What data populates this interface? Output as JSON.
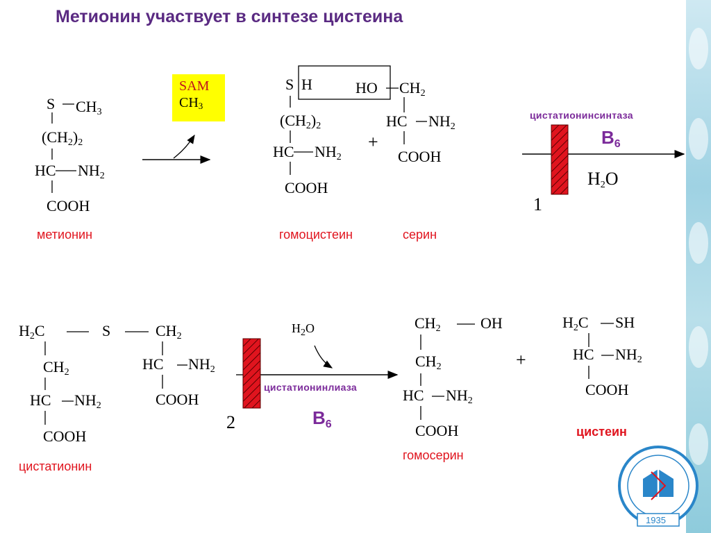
{
  "title": "Метионин участвует в синтезе цистеина",
  "reaction1": {
    "methionine": {
      "s": "S",
      "ch3": "CH",
      "ch3_sub": "3",
      "ch2": "(CH",
      "ch2_sub": "2",
      "ch2_close": ")",
      "ch2_count": "2",
      "hc": "HC",
      "nh2": "NH",
      "nh2_sub": "2",
      "cooh": "COOH",
      "label": "метионин"
    },
    "sam": {
      "line1": "SAM",
      "line2": "CH",
      "line2_sub": "3"
    },
    "homocysteine": {
      "s": "S",
      "h": "H",
      "ch2": "(CH",
      "ch2_sub": "2",
      "ch2_close": ")",
      "ch2_count": "2",
      "hc": "HC",
      "nh2": "NH",
      "nh2_sub": "2",
      "cooh": "COOH",
      "label": "гомоцистеин"
    },
    "plus": "+",
    "serine": {
      "ho": "HO",
      "ch2": "CH",
      "ch2_sub": "2",
      "hc": "HC",
      "nh2": "NH",
      "nh2_sub": "2",
      "cooh": "COOH",
      "label": "серин"
    },
    "enzyme": "цистатионинсинтаза",
    "vitamin": "B",
    "vitamin_sub": "6",
    "water": "H",
    "water_sub": "2",
    "water_o": "O",
    "step": "1"
  },
  "reaction2": {
    "cystathionine": {
      "h2c": "H",
      "h2c_sub": "2",
      "h2c_c": "C",
      "s": "S",
      "ch2_right": "CH",
      "ch2_right_sub": "2",
      "ch2_left": "CH",
      "ch2_left_sub": "2",
      "hc_left": "HC",
      "nh2_left": "NH",
      "nh2_left_sub": "2",
      "cooh_left": "COOH",
      "hc_right": "HC",
      "nh2_right": "NH",
      "nh2_right_sub": "2",
      "cooh_right": "COOH",
      "label": "цистатионин"
    },
    "water": "H",
    "water_sub": "2",
    "water_o": "O",
    "enzyme": "цистатионинлиаза",
    "vitamin": "B",
    "vitamin_sub": "6",
    "step": "2",
    "homoserine": {
      "ch2_top": "CH",
      "ch2_top_sub": "2",
      "oh": "OH",
      "ch2_mid": "CH",
      "ch2_mid_sub": "2",
      "hc": "HC",
      "nh2": "NH",
      "nh2_sub": "2",
      "cooh": "COOH",
      "label": "гомосерин"
    },
    "plus": "+",
    "cysteine": {
      "h2c": "H",
      "h2c_sub": "2",
      "h2c_c": "C",
      "sh": "SH",
      "hc": "HC",
      "nh2": "NH",
      "nh2_sub": "2",
      "cooh": "COOH",
      "label": "цистеин"
    }
  },
  "logo": {
    "year": "1935"
  },
  "colors": {
    "title": "#5a2a82",
    "label_red": "#e0141e",
    "enzyme": "#7b2a9a",
    "sam_bg": "#ffff00",
    "inhibitor": "#e0141e"
  }
}
